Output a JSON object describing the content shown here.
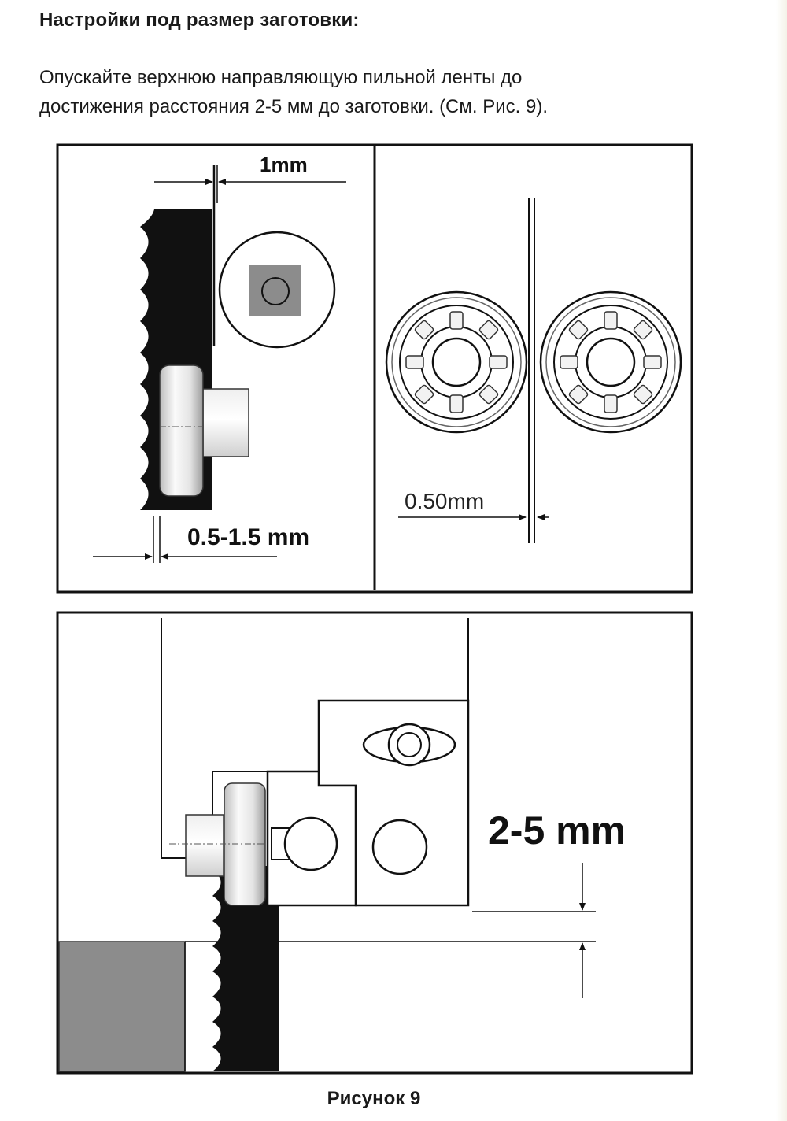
{
  "heading": "Настройки под размер заготовки:",
  "paragraph_lines": [
    "Опускайте верхнюю направляющую пильной ленты до",
    "достижения расстояния 2-5 мм до заготовки. (См. Рис. 9)."
  ],
  "figure": {
    "label_gap_1mm": "1mm",
    "label_gap_05_15": "0.5-1.5 mm",
    "label_gap_050": "0.50mm",
    "label_gap_2_5": "2-5 mm",
    "caption": "Рисунок 9"
  }
}
